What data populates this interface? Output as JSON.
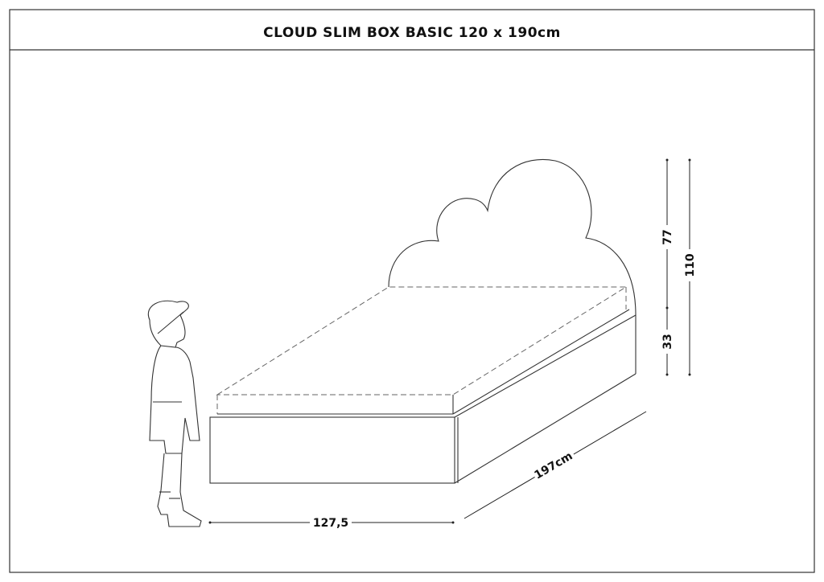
{
  "title": "CLOUD SLIM BOX BASIC 120 x 190cm",
  "dimensions": {
    "width": "127,5",
    "length": "197cm",
    "headboard_upper": "77",
    "bed_height": "33",
    "total_height": "110"
  }
}
